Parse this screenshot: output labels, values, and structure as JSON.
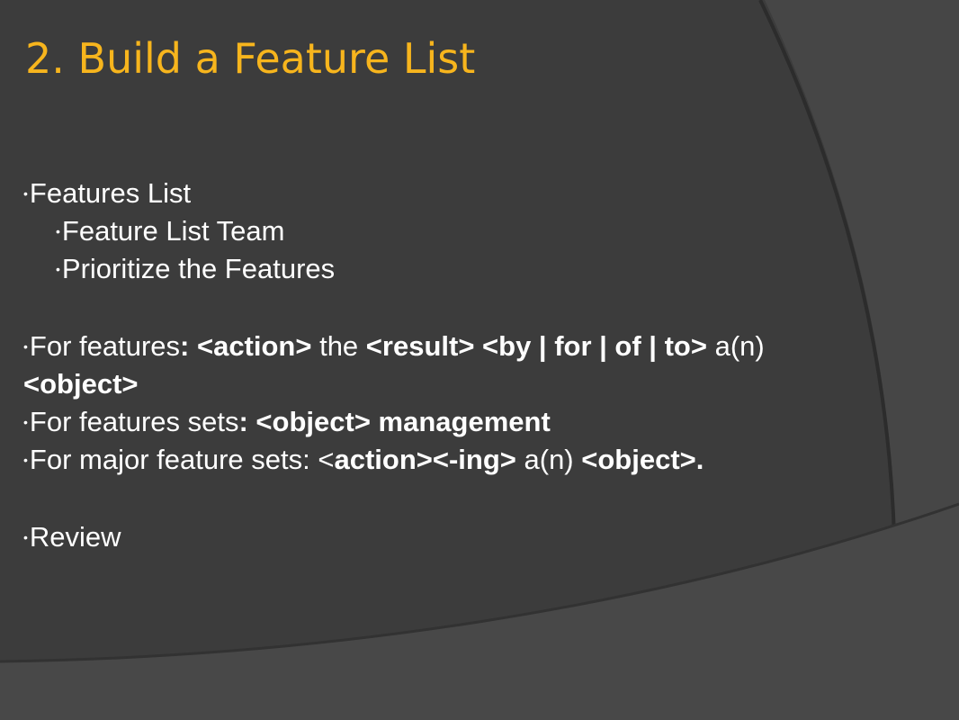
{
  "slide": {
    "title": "2. Build a Feature List",
    "bullet_glyph": "•",
    "items": [
      {
        "text": "Features List"
      },
      {
        "text": "Feature List Team"
      },
      {
        "text": "Prioritize  the Features"
      }
    ],
    "rules": {
      "features": {
        "prefix": "For features",
        "colon": ":",
        "action": " <action>",
        "the": " the ",
        "result": "<result>",
        "prep": " <by | for | of | to>",
        "an": " a(n)",
        "object": "<object>"
      },
      "feature_sets": {
        "prefix": "For features sets",
        "rest": ": <object> management"
      },
      "major_sets": {
        "prefix": "For major feature sets: <",
        "action_ing": "action><-ing>",
        "an": " a(n) ",
        "object": "<object>."
      }
    },
    "review": {
      "text": "Review"
    }
  },
  "colors": {
    "background": "#3c3c3c",
    "title": "#f7b51d",
    "text": "#ffffff"
  }
}
